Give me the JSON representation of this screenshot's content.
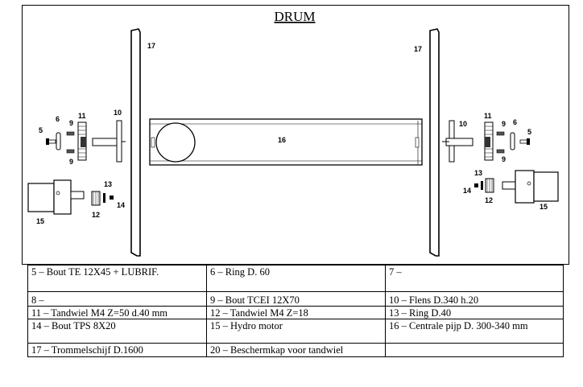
{
  "title": "DRUM",
  "labels": {
    "l17": "17",
    "r17": "17",
    "l5": "5",
    "l6": "6",
    "l11": "11",
    "l9a": "9",
    "l9b": "9",
    "l10": "10",
    "l13": "13",
    "l14": "14",
    "l12": "12",
    "l15": "15",
    "c16": "16",
    "r10": "10",
    "r11": "11",
    "r9a": "9",
    "r6": "6",
    "r5": "5",
    "r9b": "9",
    "r13": "13",
    "r14": "14",
    "r12": "12",
    "r15": "15"
  },
  "table": [
    [
      "5 – Bout TE 12X45 + LUBRIF.",
      "6 – Ring D. 60",
      "7 –"
    ],
    [
      "8 –",
      "9 – Bout TCEI 12X70",
      "10 – Flens D.340 h.20"
    ],
    [
      "11 – Tandwiel M4 Z=50 d.40 mm",
      "12 – Tandwiel M4 Z=18",
      "13 – Ring D.40"
    ],
    [
      "14 – Bout TPS 8X20",
      "15 – Hydro motor",
      "16 – Centrale pijp D. 300-340 mm"
    ],
    [
      "17 –  Trommelschijf D.1600",
      "20 – Beschermkap voor tandwiel",
      ""
    ]
  ]
}
